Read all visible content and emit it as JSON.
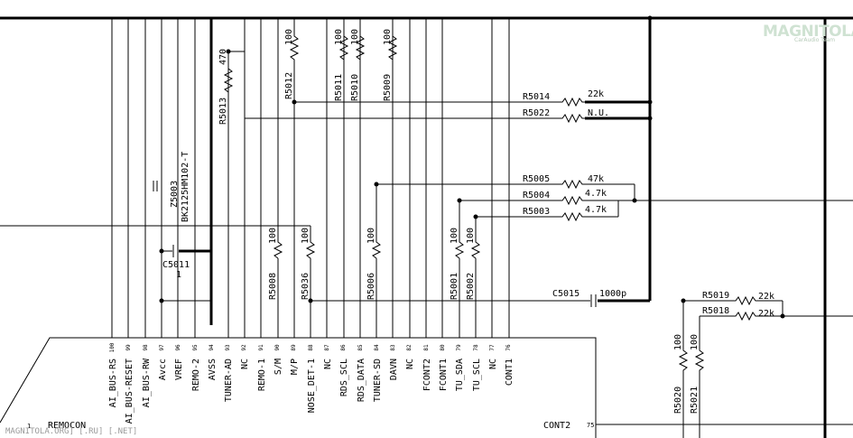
{
  "watermark": {
    "brand": "MAGNITOLA",
    "sub": "CarAudio Team",
    "footer": "MAGNITOLA.ORG] [.RU] [.NET]"
  },
  "ic": {
    "name": "REMOCON",
    "left_pin_number": "1",
    "right_pin_label": "CONT2",
    "right_pin_number": "75",
    "pins": [
      {
        "num": "100",
        "name": "AI_BUS-RS"
      },
      {
        "num": "99",
        "name": "AI_BUS-RESET"
      },
      {
        "num": "98",
        "name": "AI_BUS-RW"
      },
      {
        "num": "97",
        "name": "Avcc"
      },
      {
        "num": "96",
        "name": "VREF"
      },
      {
        "num": "95",
        "name": "REMO-2"
      },
      {
        "num": "94",
        "name": "AVSS"
      },
      {
        "num": "93",
        "name": "TUNER-AD"
      },
      {
        "num": "92",
        "name": "NC"
      },
      {
        "num": "91",
        "name": "REMO-1"
      },
      {
        "num": "90",
        "name": "S/M"
      },
      {
        "num": "89",
        "name": "M/P"
      },
      {
        "num": "88",
        "name": "NOSE_DET-1"
      },
      {
        "num": "87",
        "name": "NC"
      },
      {
        "num": "86",
        "name": "RDS_SCL"
      },
      {
        "num": "85",
        "name": "RDS_DATA"
      },
      {
        "num": "84",
        "name": "TUNER-SD"
      },
      {
        "num": "83",
        "name": "DAVN"
      },
      {
        "num": "82",
        "name": "NC"
      },
      {
        "num": "81",
        "name": "FCONT2"
      },
      {
        "num": "80",
        "name": "FCONT1"
      },
      {
        "num": "79",
        "name": "TU_SDA"
      },
      {
        "num": "78",
        "name": "TU_SCL"
      },
      {
        "num": "77",
        "name": "NC"
      },
      {
        "num": "76",
        "name": "CONT1"
      }
    ]
  },
  "components": {
    "vertical_resistors": [
      {
        "ref": "R5013",
        "value": "470"
      },
      {
        "ref": "R5012",
        "value": "100"
      },
      {
        "ref": "R5011",
        "value": "100"
      },
      {
        "ref": "R5010",
        "value": "100"
      },
      {
        "ref": "R5009",
        "value": "100"
      },
      {
        "ref": "R5008",
        "value": "100"
      },
      {
        "ref": "R5036",
        "value": "100"
      },
      {
        "ref": "R5006",
        "value": "100"
      },
      {
        "ref": "R5001",
        "value": "100"
      },
      {
        "ref": "R5002",
        "value": "100"
      },
      {
        "ref": "R5020",
        "value": "100"
      },
      {
        "ref": "R5021",
        "value": "100"
      }
    ],
    "horizontal_resistors": [
      {
        "ref": "R5014",
        "value": "22k"
      },
      {
        "ref": "R5022",
        "value": "N.U."
      },
      {
        "ref": "R5005",
        "value": "47k"
      },
      {
        "ref": "R5004",
        "value": "4.7k"
      },
      {
        "ref": "R5003",
        "value": "4.7k"
      },
      {
        "ref": "R5019",
        "value": "22k"
      },
      {
        "ref": "R5018",
        "value": "22k"
      }
    ],
    "capacitors": [
      {
        "ref": "C5011",
        "value": "1"
      },
      {
        "ref": "C5015",
        "value": "1000p"
      }
    ],
    "filter": {
      "ref": "Z5003",
      "part": "BK2125HM102-T"
    }
  }
}
